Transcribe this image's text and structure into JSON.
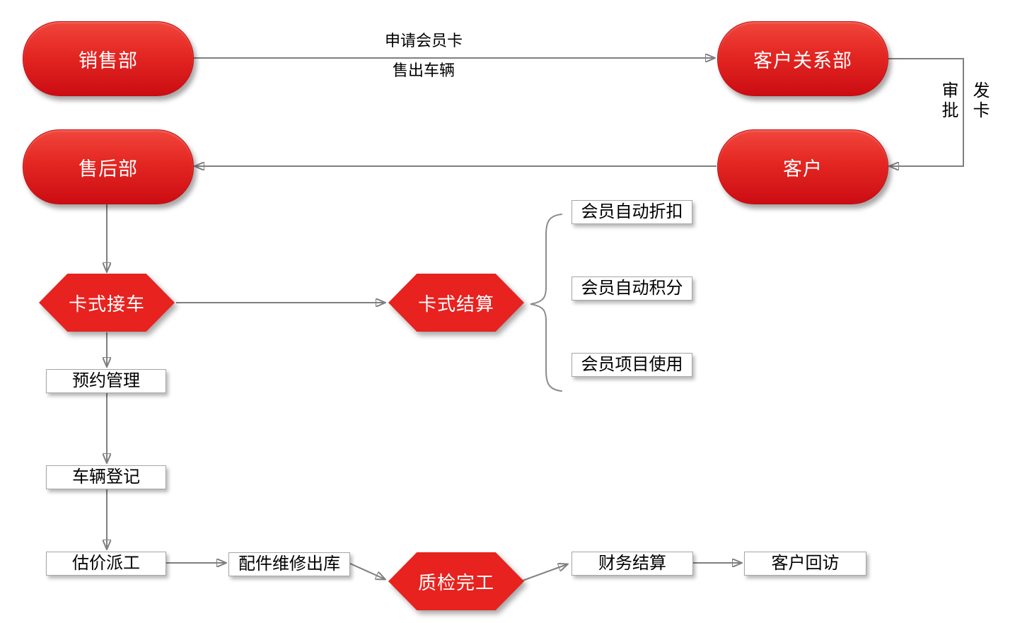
{
  "nodes": {
    "sales_dept": {
      "label": "销售部"
    },
    "customer_relations_dept": {
      "label": "客户关系部"
    },
    "after_sales_dept": {
      "label": "售后部"
    },
    "customer": {
      "label": "客户"
    },
    "card_reception": {
      "label": "卡式接车"
    },
    "card_settlement": {
      "label": "卡式结算"
    },
    "appointment_mgmt": {
      "label": "预约管理"
    },
    "vehicle_registration": {
      "label": "车辆登记"
    },
    "valuation_dispatch": {
      "label": "估价派工"
    },
    "parts_repair_outbound": {
      "label": "配件维修出库"
    },
    "quality_inspection_done": {
      "label": "质检完工"
    },
    "financial_settlement": {
      "label": "财务结算"
    },
    "customer_followup": {
      "label": "客户回访"
    },
    "member_auto_discount": {
      "label": "会员自动折扣"
    },
    "member_auto_points": {
      "label": "会员自动积分"
    },
    "member_item_usage": {
      "label": "会员项目使用"
    }
  },
  "edge_labels": {
    "apply_member_card": "申请会员卡",
    "sell_vehicle": "售出车辆",
    "approval": "审批",
    "issue_card": "发卡"
  },
  "colors": {
    "node_red": "#e7221f",
    "stadium_red_top": "#f0463c",
    "stadium_red_bottom": "#cb0d13",
    "arrow_gray": "#7f7f7f",
    "box_border": "#a6a6a6"
  }
}
